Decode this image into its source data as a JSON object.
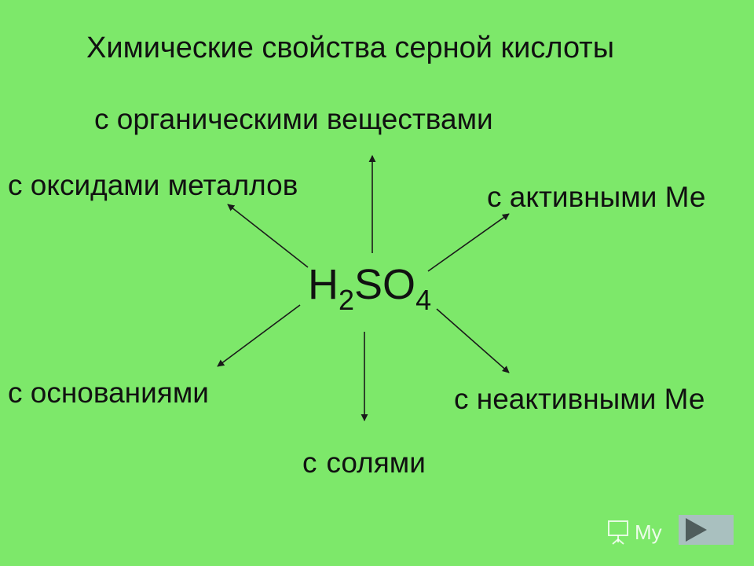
{
  "colors": {
    "background": "#7de86a",
    "text": "#111111",
    "arrow": "#1a1a1a",
    "nav_button": "#a9c0bf"
  },
  "diagram": {
    "title": "Химические свойства серной кислоты",
    "center": {
      "symbol_h": "H",
      "sub_h": "2",
      "symbol_so": "SO",
      "sub_o": "4"
    },
    "branches": {
      "organic": "с органическими веществами",
      "metal_oxides": "с оксидами металлов",
      "active_metals": "с активными Ме",
      "bases": "с основаниями",
      "inactive_metals": "с неактивными Ме",
      "salts_prefix": "с",
      "salts_word": "солями"
    }
  },
  "watermark": {
    "text": "My",
    "icon": "presentation-board-icon"
  },
  "nav": {
    "icon": "play-triangle-icon"
  }
}
